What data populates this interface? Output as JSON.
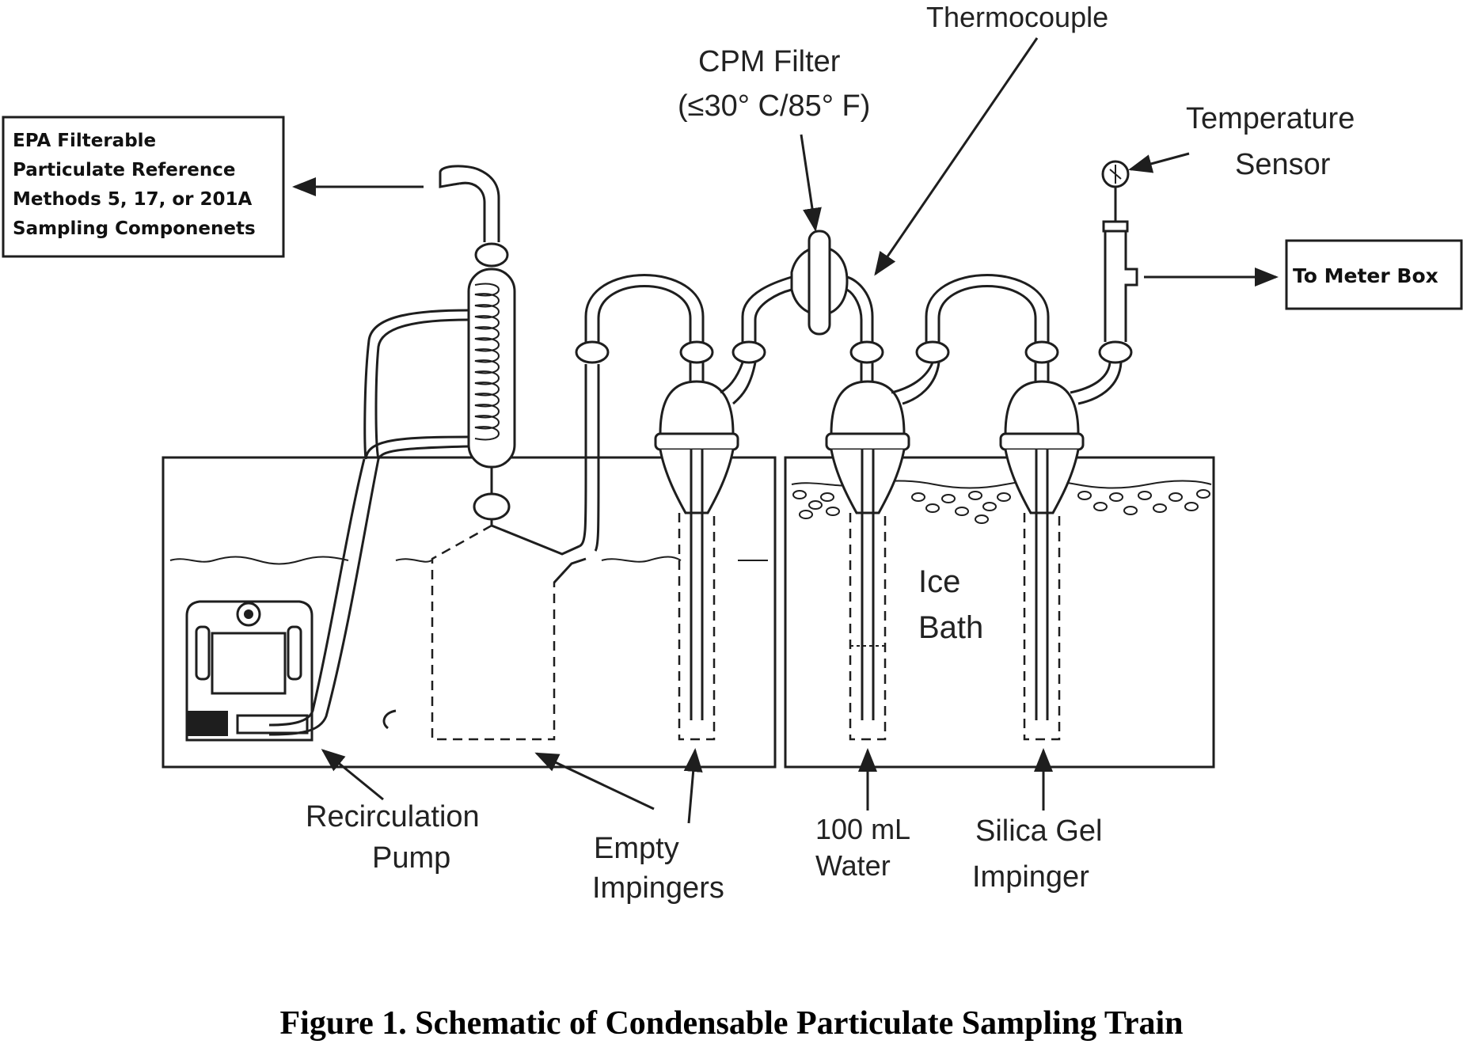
{
  "figure": {
    "caption": "Figure 1. Schematic of Condensable Particulate Sampling Train"
  },
  "boxes": {
    "epa": {
      "lines": [
        "EPA Filterable",
        "Particulate Reference",
        "Methods 5, 17, or 201A",
        "Sampling Componenets"
      ]
    },
    "meter": {
      "text": "To Meter Box"
    }
  },
  "labels": {
    "thermocouple": "Thermocouple",
    "cpm_filter_1": "CPM Filter",
    "cpm_filter_2": "(≤30° C/85° F)",
    "temp_sensor_1": "Temperature",
    "temp_sensor_2": "Sensor",
    "ice_bath_1": "Ice",
    "ice_bath_2": "Bath",
    "recirc_1": "Recirculation",
    "recirc_2": "Pump",
    "empty_1": "Empty",
    "empty_2": "Impingers",
    "water_1": "100 mL",
    "water_2": "Water",
    "silica_1": "Silica Gel",
    "silica_2": "Impinger"
  }
}
